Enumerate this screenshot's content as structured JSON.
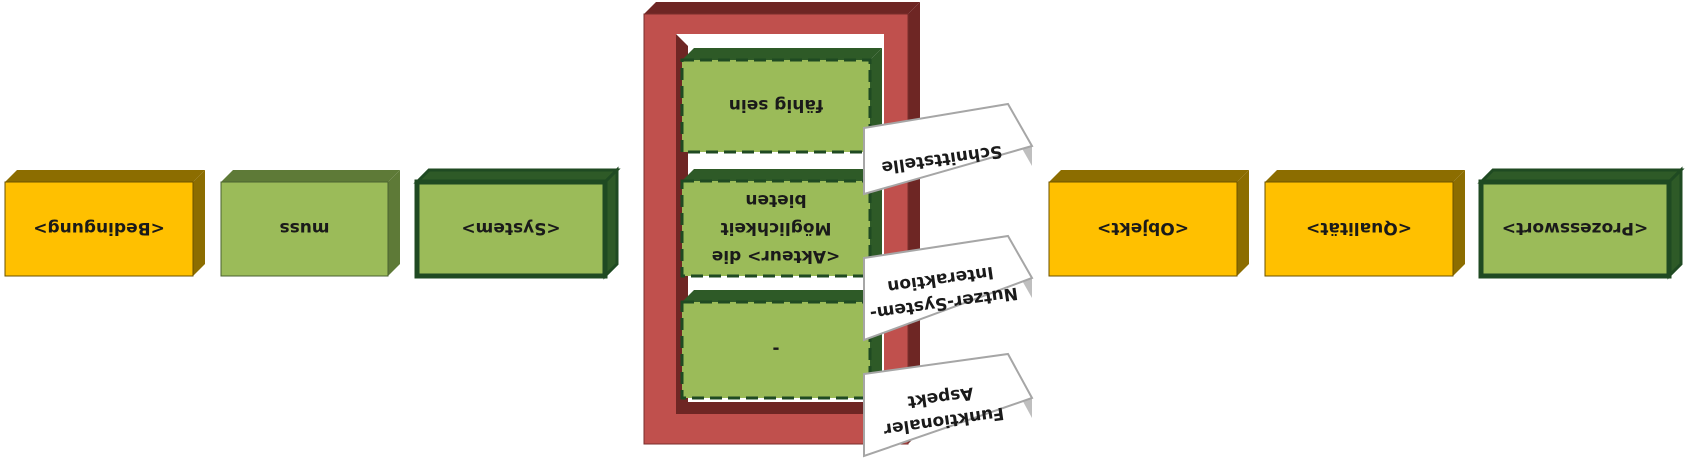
{
  "colors": {
    "yellow_face": "#FFC000",
    "yellow_side": "#8C6D00",
    "green_face": "#9BBB59",
    "green_side": "#5E7A37",
    "dark_green_border": "#1F4A22",
    "red_frame": "#C0504D",
    "red_frame_side": "#6E2624",
    "white_tab": "#FFFFFF",
    "white_tab_side": "#BFBFBF"
  },
  "blocks": {
    "condition": "<Bedingung>",
    "must": "muss",
    "system": "<System>",
    "object": "<Objekt>",
    "quality": "<Qualität>",
    "process_word": "<Prozesswort>"
  },
  "options": {
    "able": "fähig sein",
    "offer_line1": "<Akteur> die",
    "offer_line2": "Möglichkeit",
    "offer_line3": "bieten",
    "none": "-"
  },
  "tabs": {
    "interface": "Schnittstelle",
    "interaction_line1": "Nutzer-System-",
    "interaction_line2": "Interaktion",
    "functional_line1": "Funktionaler",
    "functional_line2": "Aspekt"
  }
}
